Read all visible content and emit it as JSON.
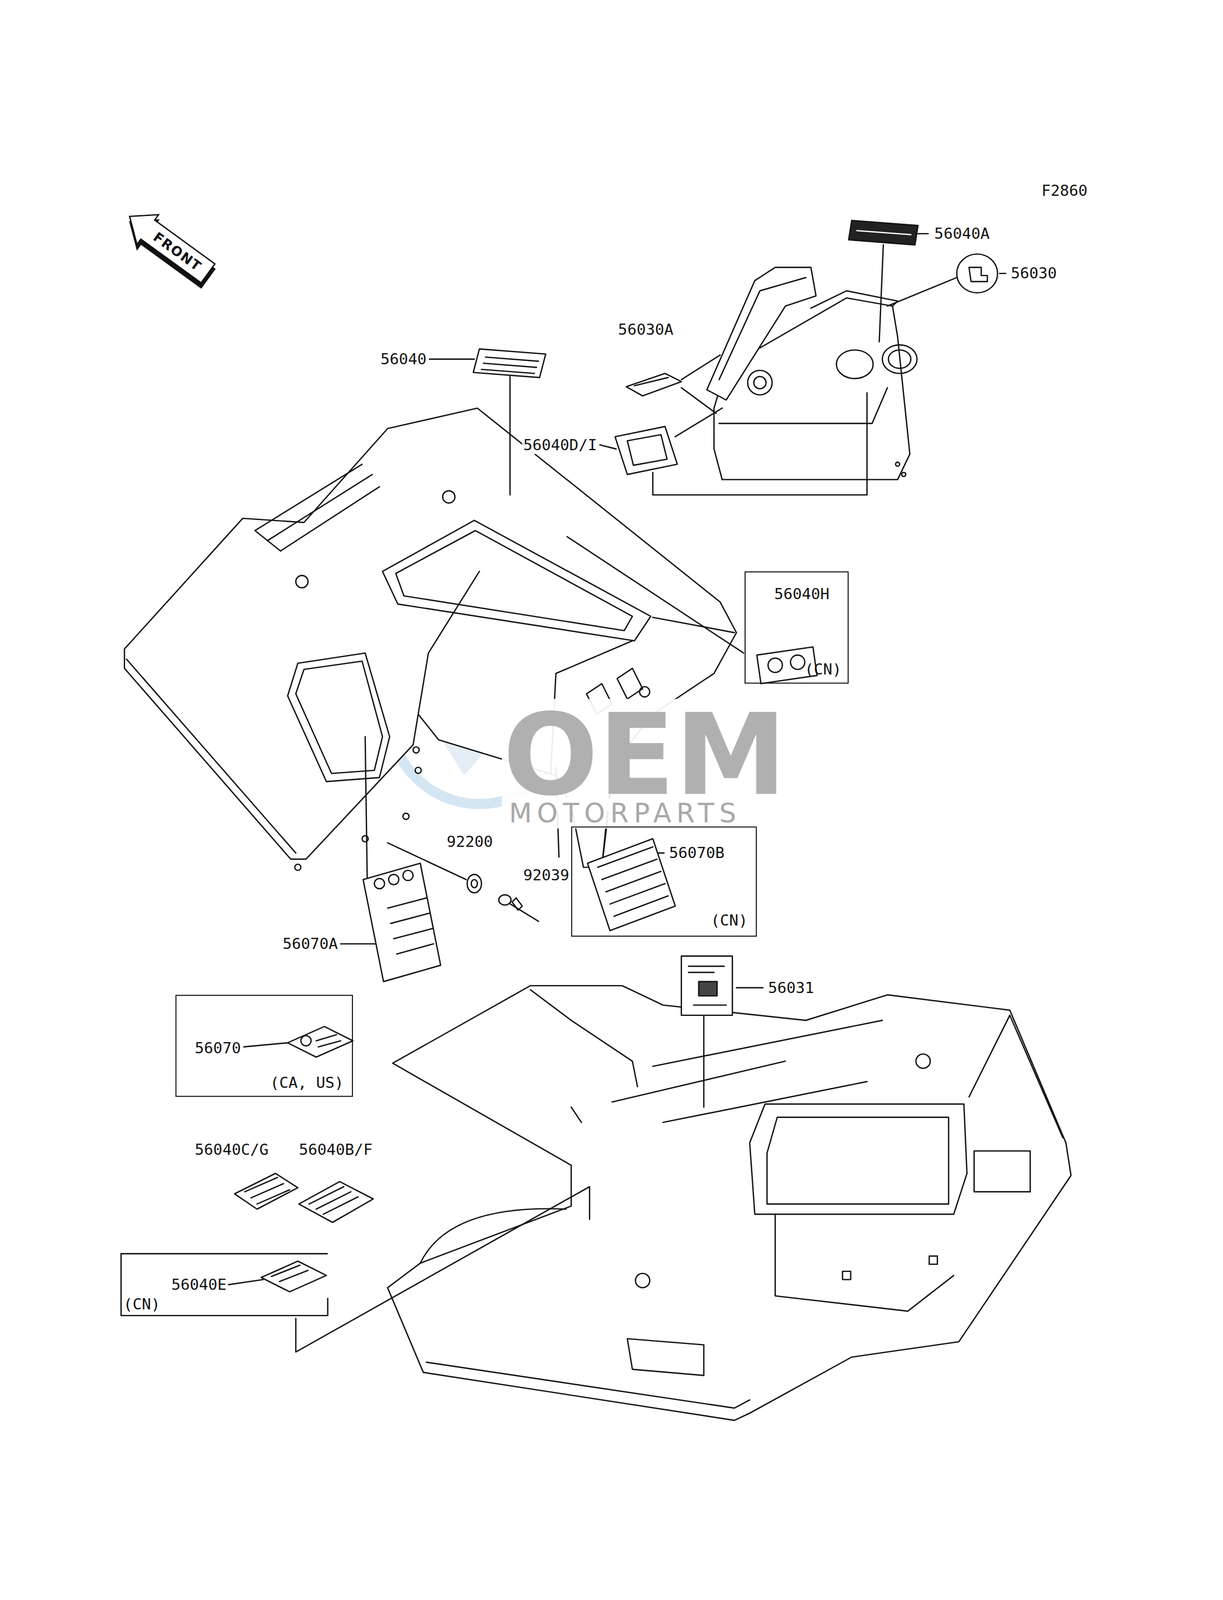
{
  "diagram": {
    "nodes": [
      {
        "text": [
          "FRONT"
        ]
      },
      {
        "text": [
          "56040H",
          "(CN)"
        ]
      },
      {
        "text": [
          "56070B",
          "(CN)"
        ]
      },
      {
        "text": [
          "56070",
          "(CA, US)"
        ]
      },
      {
        "text": [
          "56040E",
          "(CN)"
        ]
      }
    ],
    "labels": [
      "F2860",
      "56040A",
      "56030",
      "56030A",
      "56040",
      "56040D/I",
      "92200",
      "92039",
      "56070A",
      "56031",
      "56040C/G",
      "56040B/F",
      "OEM",
      "MOTORPARTS"
    ]
  }
}
